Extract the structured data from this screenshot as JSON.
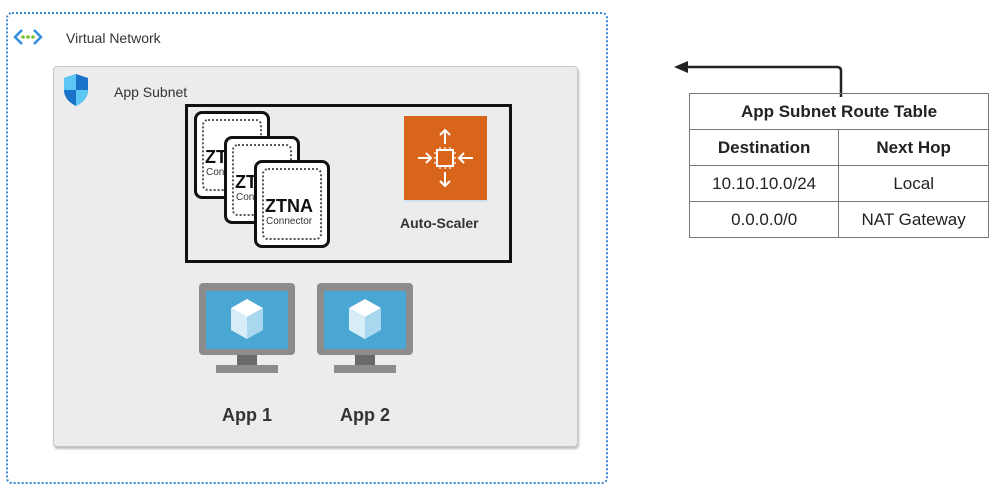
{
  "virtual_network": {
    "title": "Virtual Network",
    "icon": "virtual-network-icon"
  },
  "subnet": {
    "title": "App Subnet",
    "icon": "shield-icon"
  },
  "scale_group": {
    "connectors": [
      {
        "title": "ZTNA",
        "subtitle": "Connector"
      },
      {
        "title": "ZTNA",
        "subtitle": "Connector"
      },
      {
        "title": "ZTNA",
        "subtitle": "Connector"
      }
    ],
    "auto_scaler": {
      "label": "Auto-Scaler",
      "icon": "auto-scaler-icon",
      "color": "#d9651b"
    }
  },
  "apps": [
    {
      "label": "App 1",
      "icon": "virtual-machine-icon"
    },
    {
      "label": "App 2",
      "icon": "virtual-machine-icon"
    }
  ],
  "route_table": {
    "title": "App Subnet Route Table",
    "headers": [
      "Destination",
      "Next Hop"
    ],
    "rows": [
      [
        "10.10.10.0/24",
        "Local"
      ],
      [
        "0.0.0.0/0",
        "NAT Gateway"
      ]
    ]
  },
  "colors": {
    "vnet_border": "#3a86d6",
    "vm_screen": "#4aa6d3"
  }
}
